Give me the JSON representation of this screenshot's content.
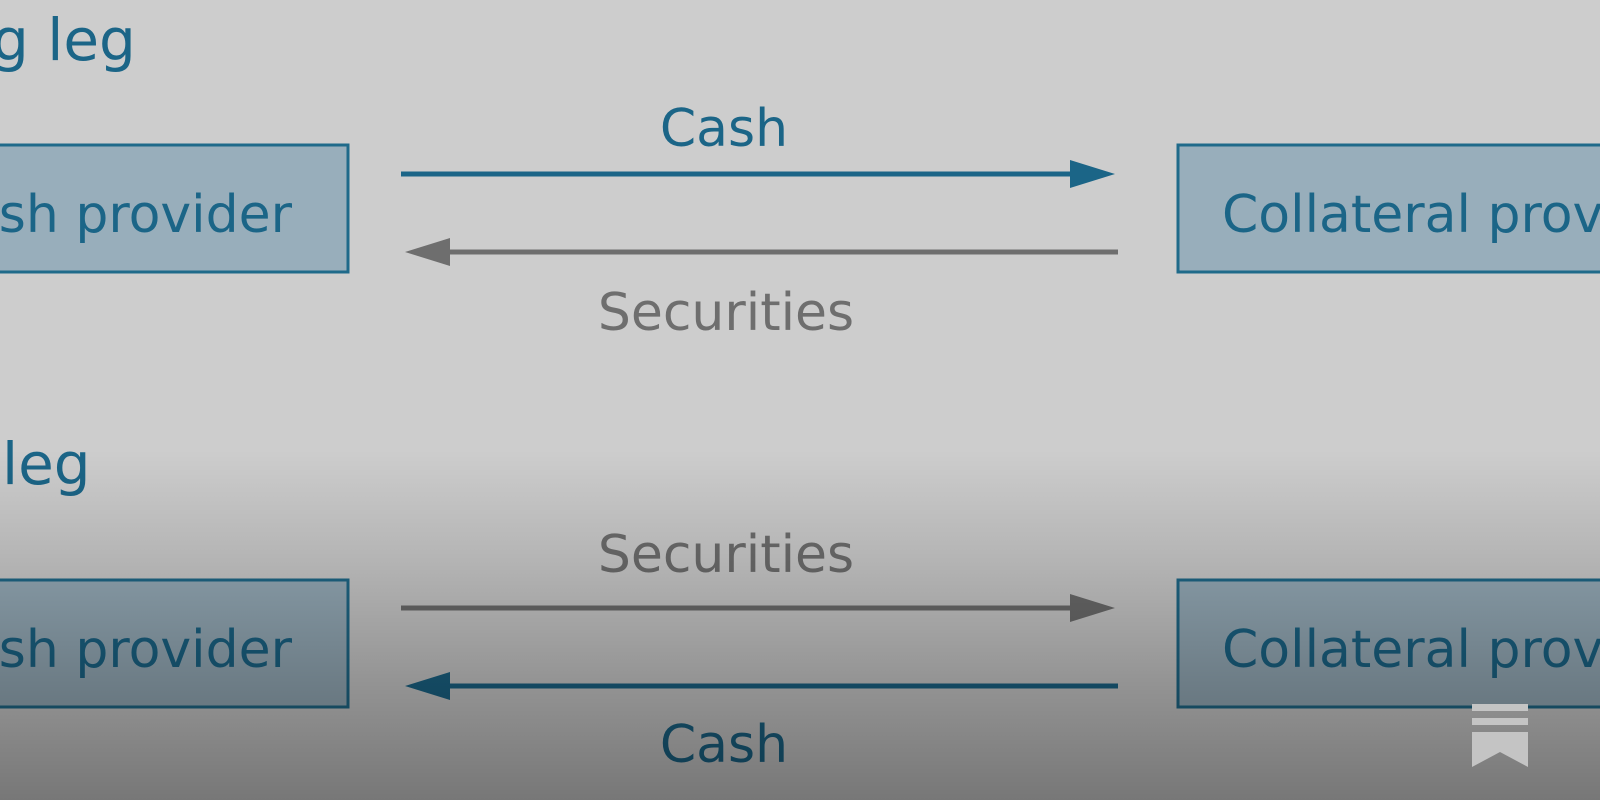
{
  "diagram": {
    "top_section": {
      "title": "g leg",
      "left_box": "Cash provider",
      "right_box": "Collateral provider",
      "arrow_right_label": "Cash",
      "arrow_left_label": "Securities"
    },
    "bottom_section": {
      "title": "leg",
      "left_box": "Cash provider",
      "right_box": "Collateral provider",
      "arrow_right_label": "Securities",
      "arrow_left_label": "Cash"
    }
  },
  "colors": {
    "background": "#cdcdcd",
    "box_fill": "#98aebb",
    "box_border": "#1f6a8a",
    "cash_color": "#1b6587",
    "securities_color": "#6e6e6e"
  },
  "overlay": {
    "icon": "bookmark-logo-icon"
  }
}
